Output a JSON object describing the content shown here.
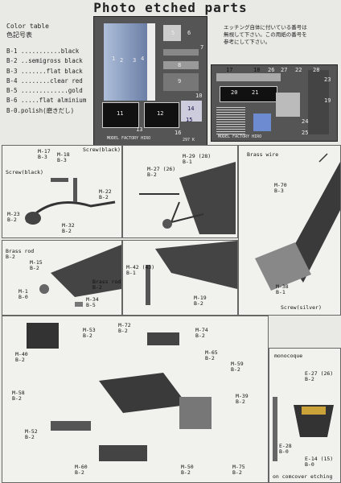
{
  "title": "Photo etched parts",
  "color_table": {
    "heading": "Color table",
    "heading_jp": "色記号表",
    "rows": [
      "B-1 ...........black",
      "B-2 ..semigross black",
      "B-3 .......flat black",
      "B-4 ........clear red",
      "B-5 .............gold",
      "B-6 .....flat alminium",
      "B-0.polish(磨きだし)"
    ]
  },
  "note_jp": [
    "エッチング自体に付いている番号は",
    "無視して下さい。この用紙の番号を",
    "参考にして下さい。"
  ],
  "sheet1": {
    "labels": [
      "1",
      "2",
      "3",
      "4",
      "5",
      "6",
      "7",
      "8",
      "9",
      "10",
      "11",
      "12",
      "13",
      "14",
      "15",
      "16"
    ],
    "footer": "MODEL FACTORY HIRO",
    "code": "297 K"
  },
  "sheet2": {
    "labels": [
      "17",
      "18",
      "19",
      "20",
      "21",
      "22",
      "23",
      "24",
      "25",
      "26",
      "27",
      "28"
    ],
    "footer": "MODEL FACTORY HIRO"
  },
  "panels": {
    "p1": [
      "M-17",
      "B-3",
      "M-18",
      "B-3",
      "Screw(black)",
      "Screw(black)",
      "M-22",
      "B-2",
      "M-23",
      "B-2",
      "M-32",
      "B-2"
    ],
    "p2": [
      "M-29 (28)",
      "B-1",
      "M-27 (26)",
      "B-2"
    ],
    "p3": [
      "Brass wire",
      "M-70",
      "B-3",
      "M-38",
      "B-1",
      "Screw(silver)"
    ],
    "p4": [
      "Brass rod",
      "B-2",
      "M-15",
      "B-2",
      "Brass rod",
      "B-2",
      "M-1",
      "B-0",
      "M-34",
      "B-5"
    ],
    "p5": [
      "M-42 (43)",
      "B-1",
      "M-19",
      "B-2"
    ],
    "p6": [
      "M-53",
      "B-2",
      "M-72",
      "B-2",
      "M-74",
      "B-2",
      "M-40",
      "B-2",
      "M-65",
      "B-2",
      "M-59",
      "B-2",
      "M-58",
      "B-2",
      "M-39",
      "B-2",
      "M-52",
      "B-2",
      "M-60",
      "B-2",
      "M-50",
      "B-2",
      "M-75",
      "B-2"
    ],
    "p7": [
      "monocoque",
      "E-27 (26)",
      "B-2",
      "E-28",
      "B-0",
      "E-14 (15)",
      "B-0",
      "on comcover etching"
    ]
  }
}
